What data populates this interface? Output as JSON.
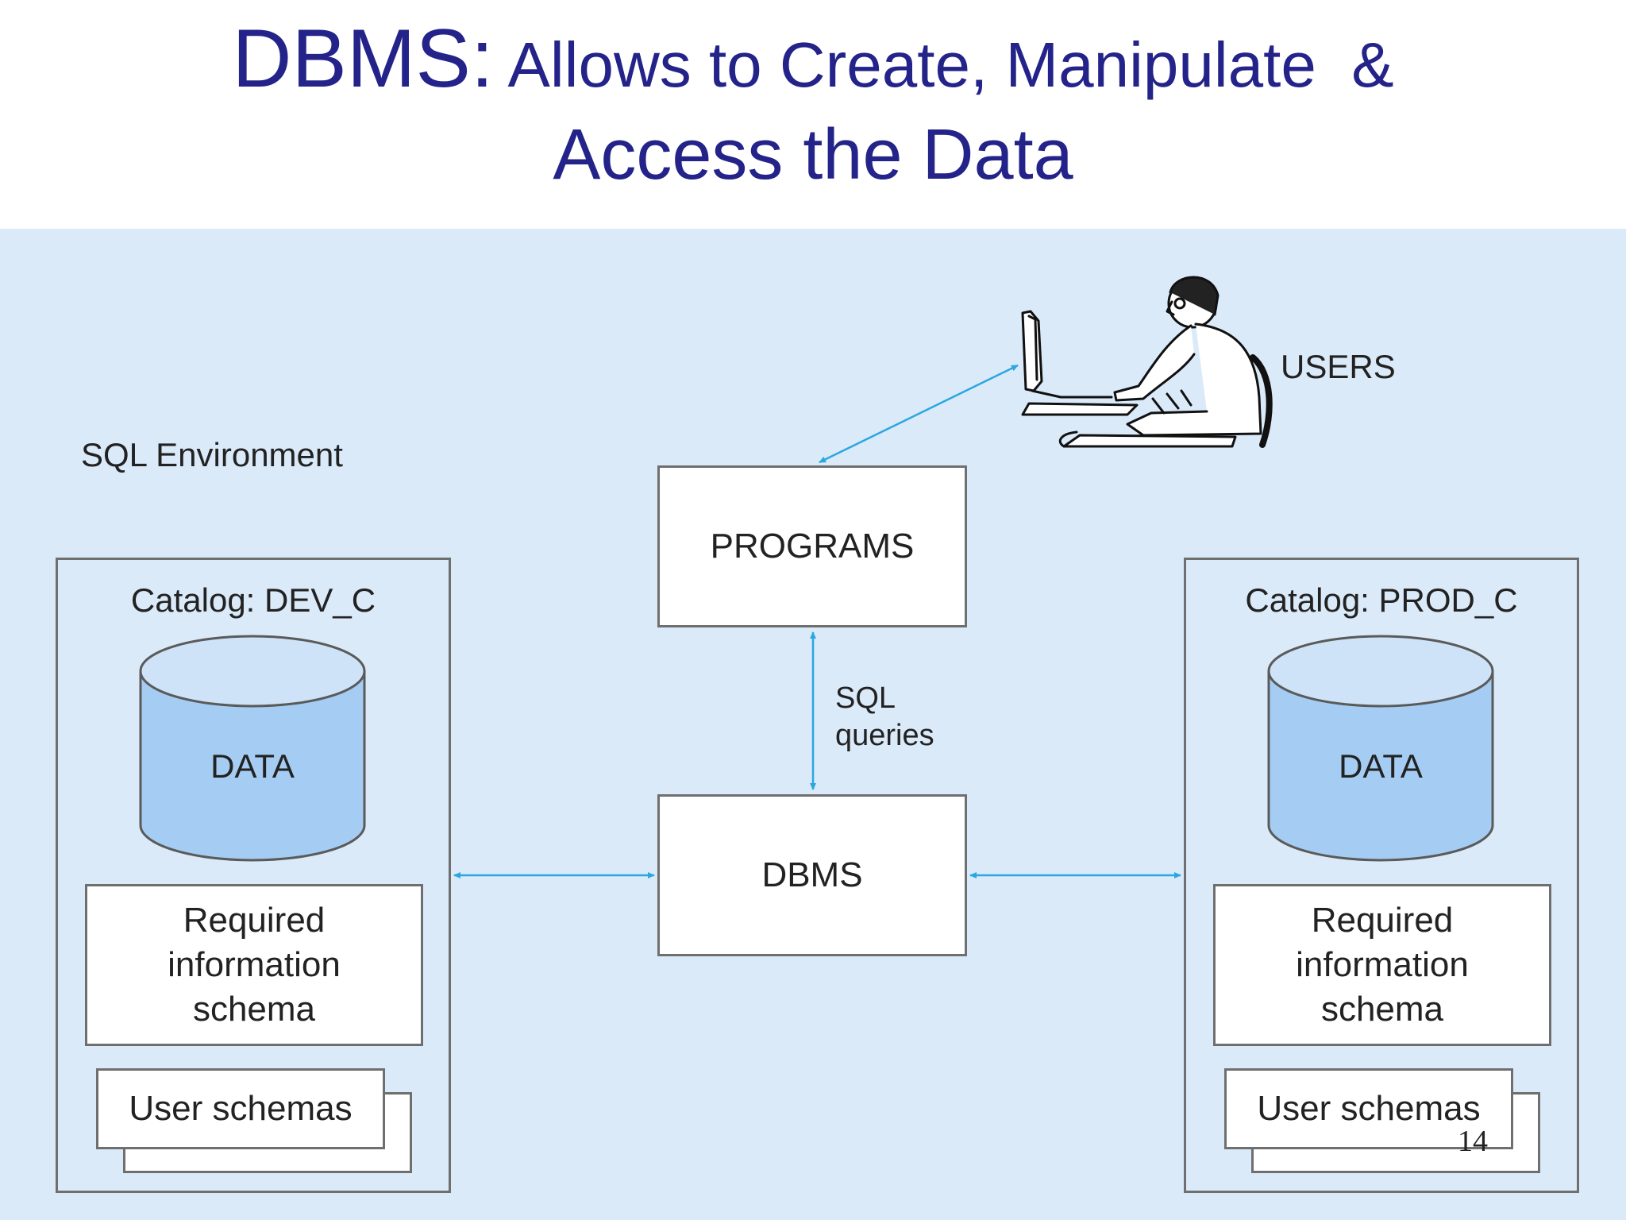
{
  "slide": {
    "title_prefix": "DBMS:",
    "title_rest": " Allows to Create, Manipulate  &",
    "title_line2": "Access the Data",
    "page_number": "14"
  },
  "diagram": {
    "environment_label": "SQL Environment",
    "users_label": "USERS",
    "programs_label": "PROGRAMS",
    "dbms_label": "DBMS",
    "sql_queries_line1": "SQL",
    "sql_queries_line2": "queries",
    "catalogs": [
      {
        "title": "Catalog: DEV_C",
        "data_label": "DATA",
        "schema_line1": "Required",
        "schema_line2": "information",
        "schema_line3": "schema",
        "user_schemas_label": "User schemas"
      },
      {
        "title": "Catalog: PROD_C",
        "data_label": "DATA",
        "schema_line1": "Required",
        "schema_line2": "information",
        "schema_line3": "schema",
        "user_schemas_label": "User schemas"
      }
    ]
  },
  "colors": {
    "title": "#23238a",
    "diagram_background": "#dbeaf9",
    "cylinder_fill": "#a5cdf3",
    "arrow": "#2aa7e0"
  }
}
